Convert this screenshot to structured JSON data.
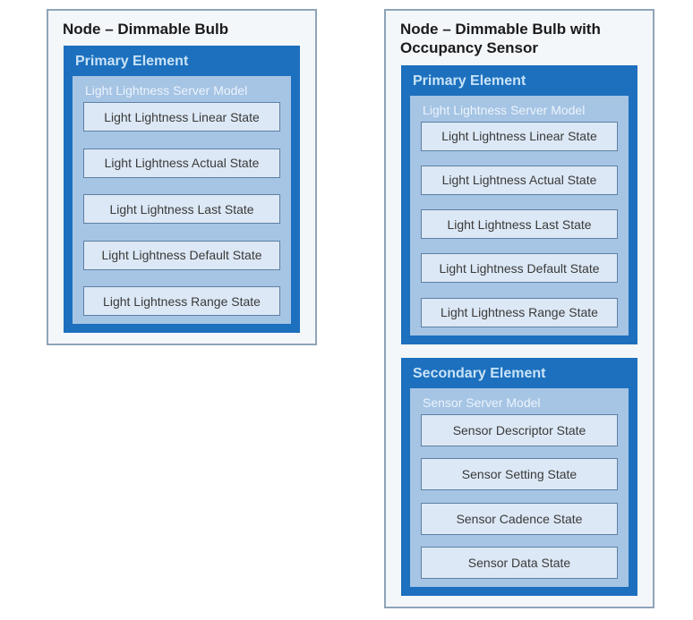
{
  "colors": {
    "element_blue": "#1c70be",
    "model_blue": "#a6c4e4",
    "state_fill": "#dce8f5",
    "state_border": "#5d80a4",
    "node_fill": "#f4f7fa",
    "node_border": "#8fa4b7",
    "title_text": "#1b1b1b",
    "element_label_text": "#c9e3f7",
    "model_label_text": "#ebf4fc",
    "state_text": "#3a3a3a"
  },
  "nodes": [
    {
      "title": "Node – Dimmable Bulb",
      "elements": [
        {
          "label": "Primary Element",
          "model": "Light Lightness Server Model",
          "states": [
            "Light Lightness Linear State",
            "Light Lightness Actual State",
            "Light Lightness Last State",
            "Light Lightness Default State",
            "Light Lightness Range State"
          ]
        }
      ]
    },
    {
      "title": "Node – Dimmable Bulb with Occupancy Sensor",
      "elements": [
        {
          "label": "Primary Element",
          "model": "Light Lightness Server Model",
          "states": [
            "Light Lightness Linear State",
            "Light Lightness Actual State",
            "Light Lightness Last State",
            "Light Lightness Default State",
            "Light Lightness Range State"
          ]
        },
        {
          "label": "Secondary Element",
          "model": "Sensor Server Model",
          "states": [
            "Sensor Descriptor State",
            "Sensor Setting State",
            "Sensor Cadence State",
            "Sensor Data State"
          ]
        }
      ]
    }
  ]
}
